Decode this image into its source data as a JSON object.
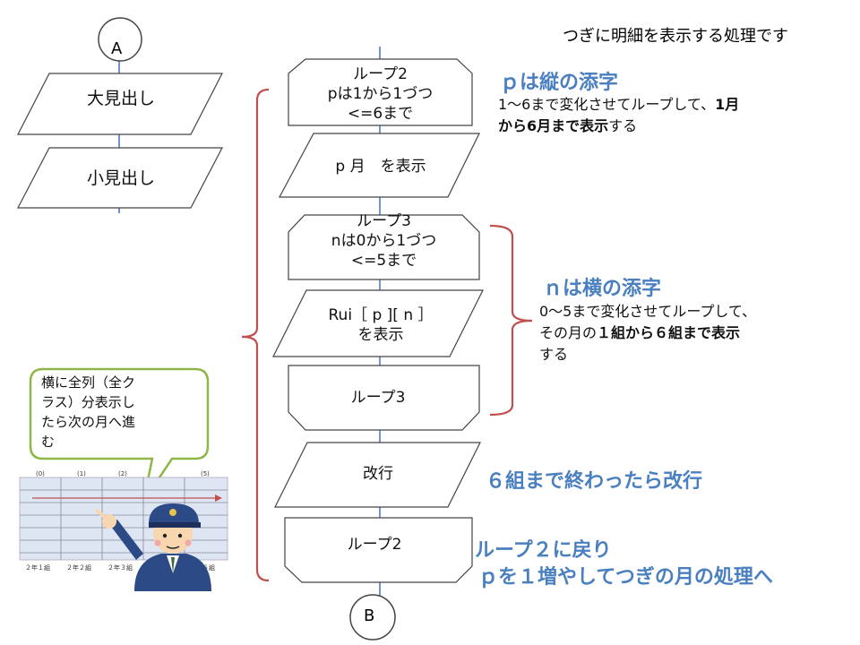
{
  "header": {
    "note": "つぎに明細を表示する処理です"
  },
  "connectors": {
    "a": "A",
    "b": "B"
  },
  "left_flow": {
    "big_heading": "大見出し",
    "small_heading": "小見出し"
  },
  "loop2": {
    "line1": "ループ2",
    "line2": "pは1から1づつ",
    "line3": "<=6まで"
  },
  "show_month": "p 月　を表示",
  "loop3": {
    "line1": "ループ3",
    "line2": "nは0から1づつ",
    "line3": "<=5まで"
  },
  "show_rui": {
    "line1": "Rui［ p ][ n ］",
    "line2": "を表示"
  },
  "loop3_end": "ループ3",
  "newline": "改行",
  "loop2_end": "ループ2",
  "notes": {
    "p": {
      "title": "ｐは縦の添字",
      "body_plain": "1～6まで変化させてループして、",
      "body_bold1": "1月",
      "body_bold2": "から6月まで表示",
      "body_tail": "する"
    },
    "n": {
      "title": "ｎは横の添字",
      "body_line1": "0～5まで変化させてループして、",
      "body_line2_plain": "その月の",
      "body_line2_bold": "１組から６組まで表示",
      "body_line3": "する"
    },
    "newline": "６組まで終わったら改行",
    "loop2_back": {
      "line1": "ループ２に戻り",
      "line2": "ｐを１増やしてつぎの月の処理へ"
    }
  },
  "bubble": {
    "line1": "横に全列（全ク",
    "line2": "ラス）分表示し",
    "line3": "たら次の月へ進",
    "line4": "む"
  },
  "table_illustration": {
    "col_heads": [
      "(0)",
      "(1)",
      "(2)",
      "(5)"
    ],
    "row_labels": [
      "２年１組",
      "２年２組",
      "２年３組",
      "２年６組"
    ]
  },
  "colors": {
    "accent_blue": "#4a7fc0",
    "bracket_red": "#c0504d",
    "bubble_green": "#8db848",
    "line_blue": "#4472c4"
  }
}
